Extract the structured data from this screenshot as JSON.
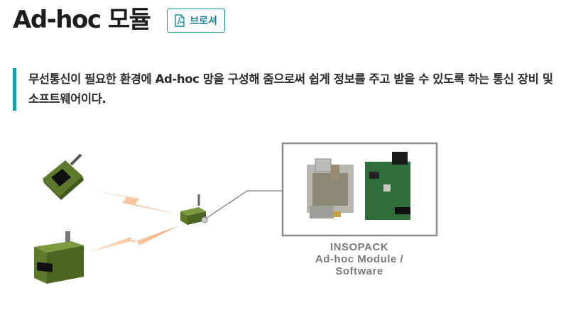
{
  "header": {
    "title": "Ad-hoc 모듈",
    "brochure_label": "브로셔",
    "brochure_icon": "pdf-file-icon",
    "accent_color": "#16a0b4"
  },
  "description": {
    "text": "무선통신이 필요한 환경에 Ad-hoc 망을 구성해 줌으로써 쉽게 정보를 주고 받을 수 있도록 하는 통신 장비 및 소프트웨어이다."
  },
  "diagram": {
    "caption_line1": "INSOPACK",
    "caption_line2": "Ad-hoc Module /",
    "caption_line3": "Software",
    "device_color": "#5d7a2a",
    "signal_color": "#f7b98a",
    "icons": [
      "handheld-radio-icon",
      "base-station-icon",
      "adhoc-module-icon",
      "signal-bolt-icon",
      "circuit-board-photo"
    ]
  }
}
